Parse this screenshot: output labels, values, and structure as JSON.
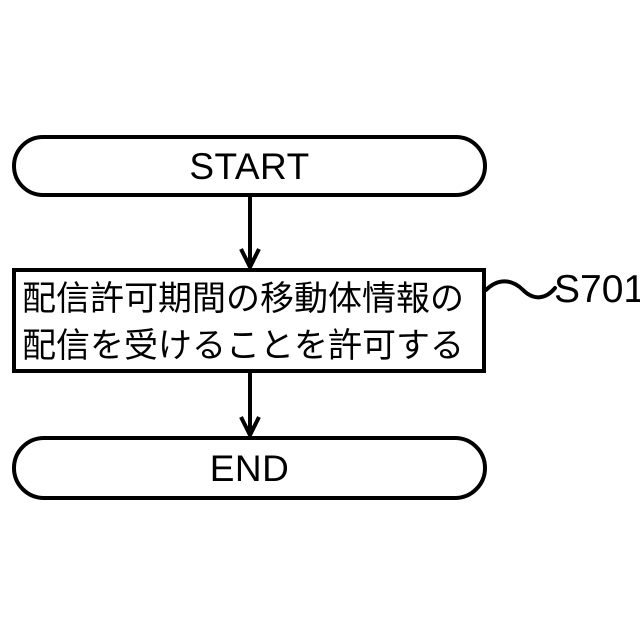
{
  "figure": {
    "type": "flowchart",
    "orientation": "vertical",
    "background_color": "#ffffff",
    "line_color": "#000000"
  },
  "nodes": {
    "start": {
      "label": "START",
      "shape": "stadium"
    },
    "process": {
      "shape": "rectangle",
      "lines": [
        "配信許可期間の移動体情報の",
        "配信を受けることを許可する"
      ],
      "step_ref": "S701"
    },
    "end": {
      "label": "END",
      "shape": "stadium"
    }
  },
  "connectors": [
    {
      "name": "start-to-process",
      "from": "start",
      "to": "process",
      "arrow": "open-v"
    },
    {
      "name": "process-to-end",
      "from": "process",
      "to": "end",
      "arrow": "open-v"
    }
  ],
  "annotations": [
    {
      "name": "step-ref-leader",
      "style": "wavy-leader",
      "target": "process",
      "text": "S701"
    }
  ]
}
